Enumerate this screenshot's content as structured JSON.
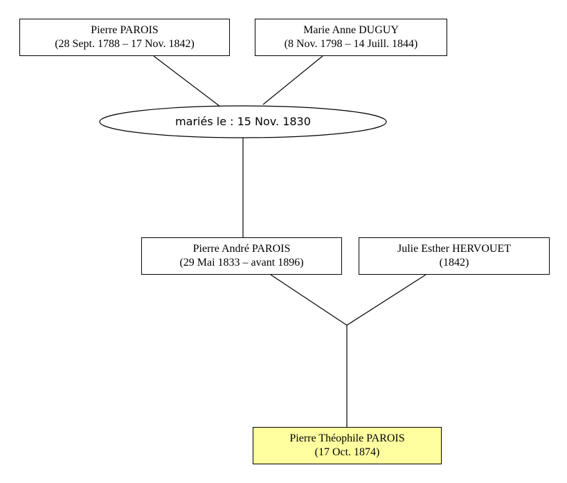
{
  "persons": {
    "pierre_parois": {
      "name": "Pierre PAROIS",
      "dates": "(28 Sept. 1788 – 17 Nov. 1842)"
    },
    "marie_anne_duguy": {
      "name": "Marie Anne DUGUY",
      "dates": "(8 Nov. 1798 – 14 Juill. 1844)"
    },
    "pierre_andre_parois": {
      "name": "Pierre André PAROIS",
      "dates": "(29 Mai 1833 – avant 1896)"
    },
    "julie_esther_hervouet": {
      "name": "Julie Esther HERVOUET",
      "dates": "(1842)"
    },
    "pierre_theophile_parois": {
      "name": "Pierre Théophile PAROIS",
      "dates": "(17 Oct. 1874)"
    }
  },
  "marriage": {
    "label": "mariés le : 15 Nov. 1830"
  },
  "colors": {
    "highlight": "#ffffa0",
    "border": "#000000",
    "background": "#ffffff"
  }
}
